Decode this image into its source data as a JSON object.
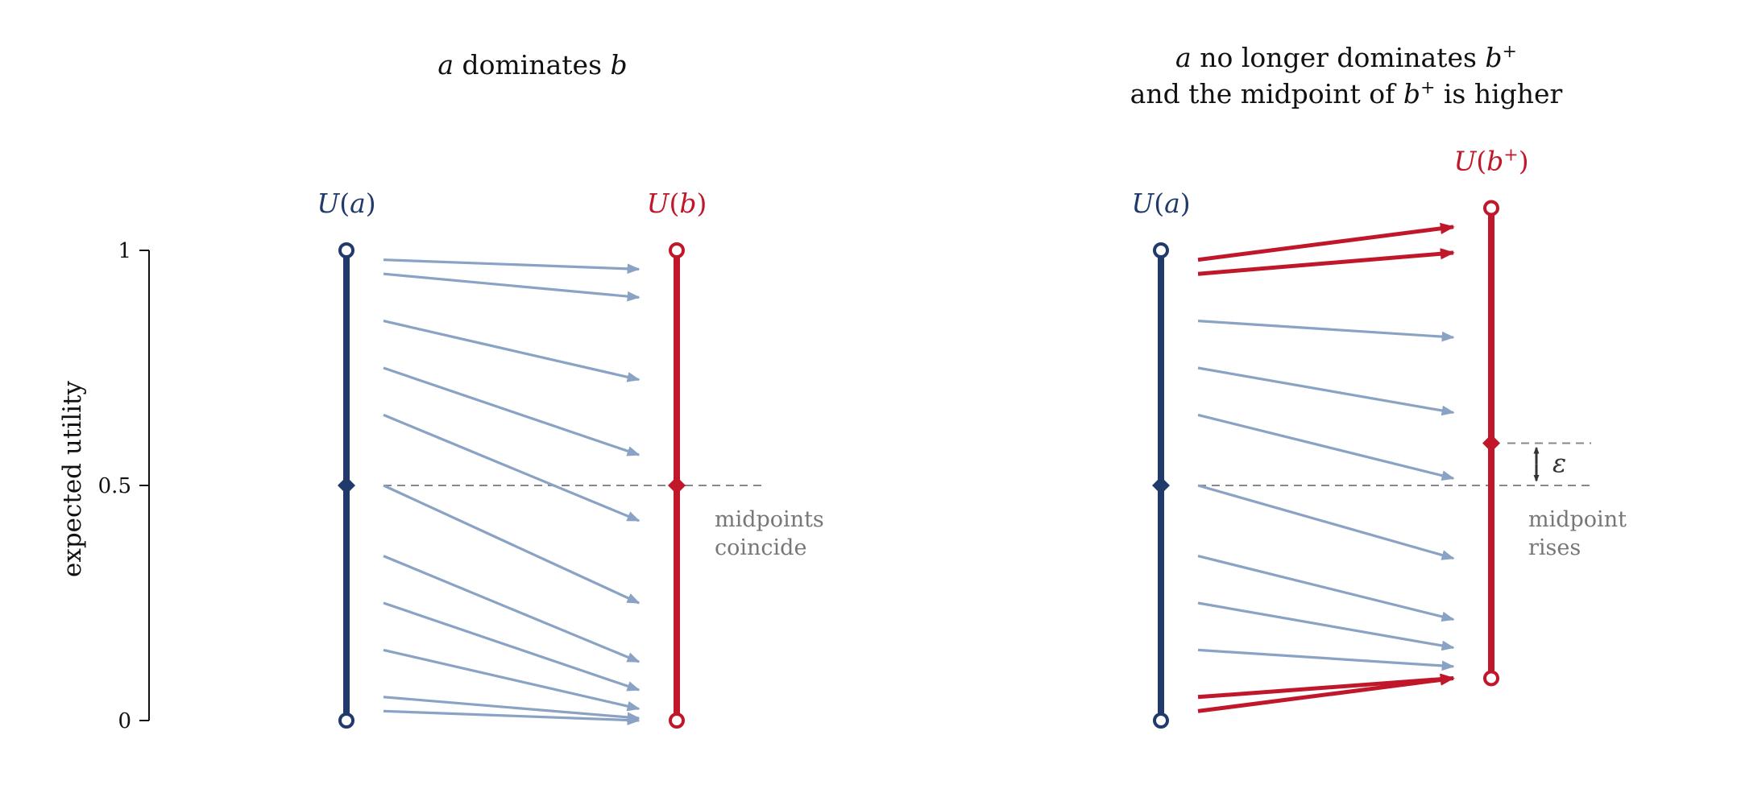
{
  "colors": {
    "navy": "#1f3a6b",
    "red": "#c0182a",
    "arrow_light": "#8aa2c3",
    "dashed": "#888888",
    "note": "#777777"
  },
  "axis": {
    "label": "expected utility",
    "ticks": [
      {
        "value": 0,
        "label": "0"
      },
      {
        "value": 0.5,
        "label": "0.5"
      },
      {
        "value": 1,
        "label": "1"
      }
    ]
  },
  "panels": [
    {
      "title_lines": [
        [
          {
            "t": "a",
            "i": true
          },
          {
            "t": " dominates ",
            "i": false
          },
          {
            "t": "b",
            "i": true
          }
        ]
      ],
      "left_label": "U(a)",
      "right_label": "U(b)",
      "left_range": [
        0,
        1
      ],
      "right_range": [
        0,
        1
      ],
      "left_midpoint": 0.5,
      "right_midpoint": 0.5,
      "note_lines": [
        "midpoints",
        "coincide"
      ],
      "arrows": [
        {
          "from": 0.98,
          "to": 0.96,
          "highlight": false
        },
        {
          "from": 0.95,
          "to": 0.9,
          "highlight": false
        },
        {
          "from": 0.85,
          "to": 0.725,
          "highlight": false
        },
        {
          "from": 0.75,
          "to": 0.565,
          "highlight": false
        },
        {
          "from": 0.65,
          "to": 0.425,
          "highlight": false
        },
        {
          "from": 0.5,
          "to": 0.25,
          "highlight": false
        },
        {
          "from": 0.35,
          "to": 0.125,
          "highlight": false
        },
        {
          "from": 0.25,
          "to": 0.065,
          "highlight": false
        },
        {
          "from": 0.15,
          "to": 0.025,
          "highlight": false
        },
        {
          "from": 0.05,
          "to": 0.005,
          "highlight": false
        },
        {
          "from": 0.02,
          "to": 0.0,
          "highlight": false
        }
      ]
    },
    {
      "title_lines": [
        [
          {
            "t": "a",
            "i": true
          },
          {
            "t": " no longer dominates ",
            "i": false
          },
          {
            "t": "b",
            "i": true
          },
          {
            "t": "+",
            "i": false,
            "sup": true
          }
        ],
        [
          {
            "t": "and the midpoint of ",
            "i": false
          },
          {
            "t": "b",
            "i": true
          },
          {
            "t": "+",
            "i": false,
            "sup": true
          },
          {
            "t": " is higher",
            "i": false
          }
        ]
      ],
      "left_label": "U(a)",
      "right_label": "U(b+)",
      "left_range": [
        0,
        1
      ],
      "right_range": [
        0.09,
        1.09
      ],
      "left_midpoint": 0.5,
      "right_midpoint": 0.59,
      "note_lines": [
        "midpoint",
        "rises"
      ],
      "epsilon_label": "ε",
      "arrows": [
        {
          "from": 0.98,
          "to": 1.05,
          "highlight": true
        },
        {
          "from": 0.95,
          "to": 0.995,
          "highlight": true
        },
        {
          "from": 0.85,
          "to": 0.815,
          "highlight": false
        },
        {
          "from": 0.75,
          "to": 0.655,
          "highlight": false
        },
        {
          "from": 0.65,
          "to": 0.515,
          "highlight": false
        },
        {
          "from": 0.5,
          "to": 0.345,
          "highlight": false
        },
        {
          "from": 0.35,
          "to": 0.215,
          "highlight": false
        },
        {
          "from": 0.25,
          "to": 0.155,
          "highlight": false
        },
        {
          "from": 0.15,
          "to": 0.115,
          "highlight": false
        },
        {
          "from": 0.05,
          "to": 0.09,
          "highlight": true
        },
        {
          "from": 0.02,
          "to": 0.09,
          "highlight": true
        }
      ]
    }
  ]
}
